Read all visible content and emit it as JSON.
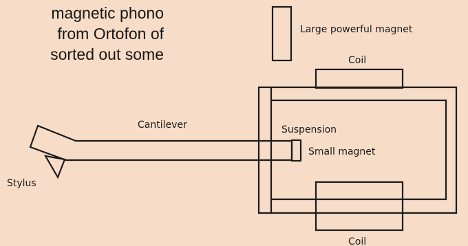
{
  "article_text": {
    "lines": [
      "magnetic phono",
      "from Ortofon of",
      "sorted out some"
    ]
  },
  "diagram": {
    "labels": {
      "large_magnet": "Large powerful magnet",
      "coil_top": "Coil",
      "cantilever": "Cantilever",
      "suspension": "Suspension",
      "small_magnet": "Small magnet",
      "stylus": "Stylus",
      "coil_bottom": "Coil"
    }
  }
}
